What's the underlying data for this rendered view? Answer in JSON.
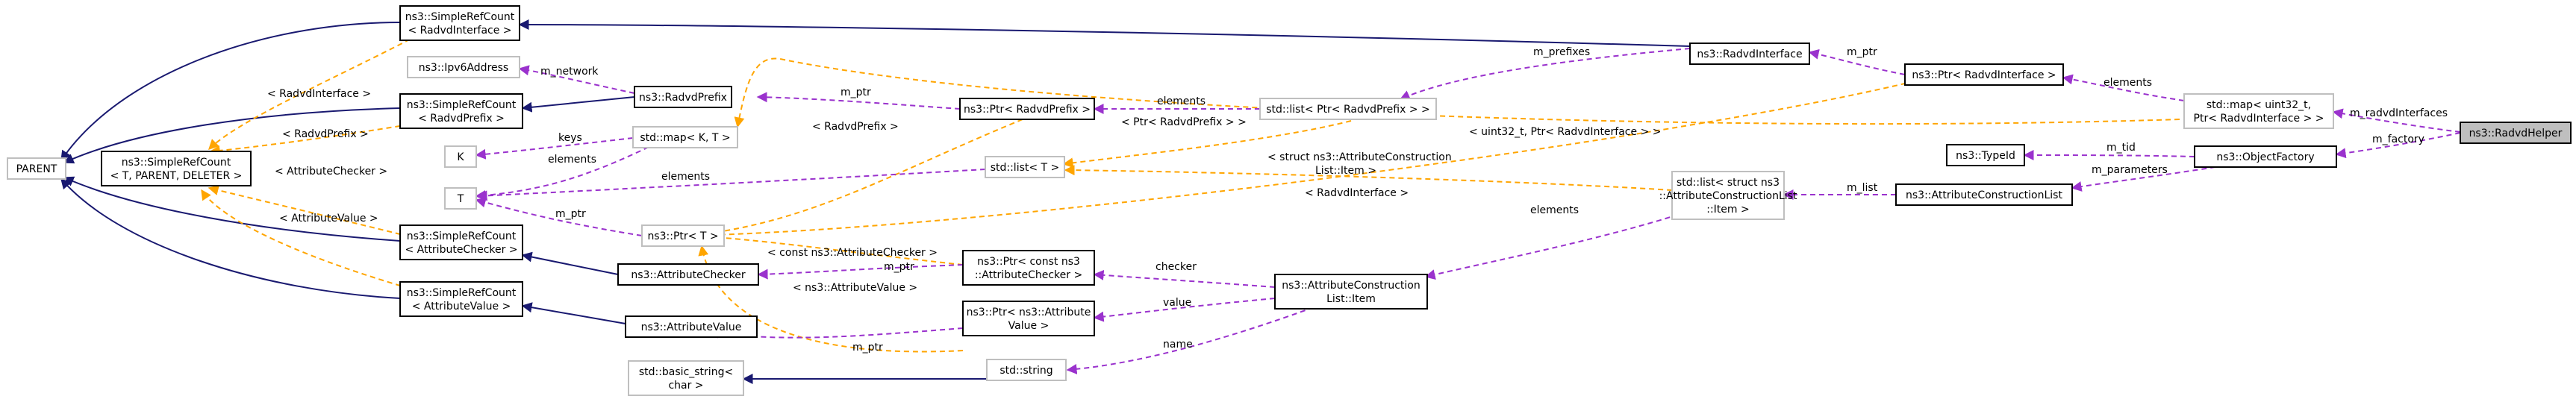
{
  "nodes": {
    "parent": "PARENT",
    "src_radvd_iface": [
      "ns3::SimpleRefCount",
      "< RadvdInterface >"
    ],
    "ipv6address": "ns3::Ipv6Address",
    "src_radvd_prefix": [
      "ns3::SimpleRefCount",
      "< RadvdPrefix >"
    ],
    "simplerefcount_t": [
      "ns3::SimpleRefCount",
      "< T, PARENT, DELETER >"
    ],
    "k": "K",
    "t": "T",
    "src_attr_checker": [
      "ns3::SimpleRefCount",
      "< AttributeChecker >"
    ],
    "src_attr_value": [
      "ns3::SimpleRefCount",
      "< AttributeValue >"
    ],
    "radvd_prefix": "ns3::RadvdPrefix",
    "std_map_kt": "std::map< K, T >",
    "ptr_t": "ns3::Ptr< T >",
    "attr_checker": "ns3::AttributeChecker",
    "attr_value": "ns3::AttributeValue",
    "basic_string": [
      "std::basic_string<",
      "char >"
    ],
    "ptr_radvd_prefix": "ns3::Ptr< RadvdPrefix >",
    "list_t": "std::list< T >",
    "ptr_const_checker": [
      "ns3::Ptr< const ns3",
      "::AttributeChecker >"
    ],
    "ptr_attr_value": [
      "ns3::Ptr< ns3::Attribute",
      "Value >"
    ],
    "std_string": "std::string",
    "list_ptr_radvd_prefix": "std::list< Ptr< RadvdPrefix > >",
    "attr_construction_item": [
      "ns3::AttributeConstruction",
      "List::Item"
    ],
    "list_struct_item": [
      "std::list< struct ns3",
      "::AttributeConstructionList",
      "::Item >"
    ],
    "radvd_interface": "ns3::RadvdInterface",
    "ptr_radvd_interface": "ns3::Ptr< RadvdInterface >",
    "typeid": "ns3::TypeId",
    "attr_construction_list": "ns3::AttributeConstructionList",
    "map_uint32": [
      "std::map< uint32_t,",
      "Ptr< RadvdInterface > >"
    ],
    "object_factory": "ns3::ObjectFactory",
    "radvd_helper": "ns3::RadvdHelper"
  },
  "edge_labels": {
    "tpl_radvd_interface_a": "< RadvdInterface >",
    "tpl_radvd_prefix_a": "< RadvdPrefix >",
    "tpl_attr_checker_a": "< AttributeChecker >",
    "tpl_attr_value_a": "< AttributeValue >",
    "m_network": "m_network",
    "keys": "keys",
    "elements_map": "elements",
    "elements_list_t": "elements",
    "m_ptr_t": "m_ptr",
    "m_ptr_prefix": "m_ptr",
    "tpl_radvd_prefix_b": "< RadvdPrefix >",
    "elements_list_prefix": "elements",
    "tpl_ptr_radvd_prefix": "< Ptr< RadvdPrefix > >",
    "m_prefixes": "m_prefixes",
    "m_ptr_iface": "m_ptr",
    "elements_map_uint": "elements",
    "tpl_uint32": "< uint32_t, Ptr< RadvdInterface > >",
    "tpl_struct_item": [
      "< struct ns3::AttributeConstruction",
      "List::Item >"
    ],
    "tpl_radvd_interface_b": "< RadvdInterface >",
    "m_ptr_checker": "m_ptr",
    "tpl_const_checker": "< const ns3::AttributeChecker >",
    "tpl_attr_value_b": "< ns3::AttributeValue >",
    "m_ptr_value": "m_ptr",
    "checker": "checker",
    "value": "value",
    "name": "name",
    "elements_item": "elements",
    "m_list": "m_list",
    "m_tid": "m_tid",
    "m_parameters": "m_parameters",
    "m_radvd_interfaces": "m_radvdInterfaces",
    "m_factory": "m_factory"
  }
}
